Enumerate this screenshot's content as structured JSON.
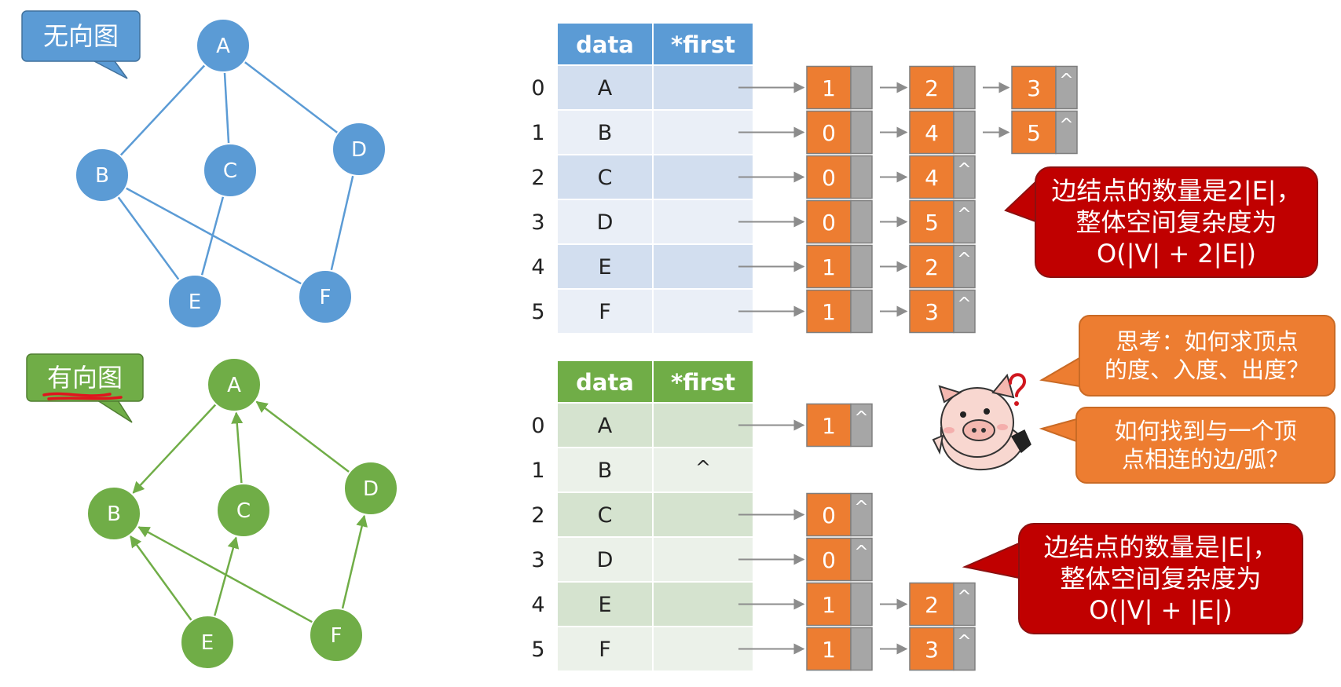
{
  "undirected": {
    "label": "无向图",
    "color": "#5b9bd5",
    "nodes": [
      "A",
      "B",
      "C",
      "D",
      "E",
      "F"
    ],
    "edges": [
      [
        "A",
        "B"
      ],
      [
        "A",
        "C"
      ],
      [
        "A",
        "D"
      ],
      [
        "B",
        "E"
      ],
      [
        "B",
        "F"
      ],
      [
        "C",
        "E"
      ],
      [
        "D",
        "F"
      ]
    ]
  },
  "directed": {
    "label": "有向图",
    "color": "#70ad47",
    "nodes": [
      "A",
      "B",
      "C",
      "D",
      "E",
      "F"
    ],
    "arcs": [
      [
        "A",
        "B"
      ],
      [
        "C",
        "A"
      ],
      [
        "D",
        "A"
      ],
      [
        "E",
        "B"
      ],
      [
        "E",
        "C"
      ],
      [
        "F",
        "B"
      ],
      [
        "F",
        "D"
      ]
    ]
  },
  "table_top": {
    "headers": [
      "data",
      "*first"
    ],
    "header_color": "#5b9bd5",
    "rows": [
      {
        "index": "0",
        "data": "A",
        "first": ""
      },
      {
        "index": "1",
        "data": "B",
        "first": ""
      },
      {
        "index": "2",
        "data": "C",
        "first": ""
      },
      {
        "index": "3",
        "data": "D",
        "first": ""
      },
      {
        "index": "4",
        "data": "E",
        "first": ""
      },
      {
        "index": "5",
        "data": "F",
        "first": ""
      }
    ],
    "lists": [
      [
        "1",
        "2",
        "3"
      ],
      [
        "0",
        "4",
        "5"
      ],
      [
        "0",
        "4"
      ],
      [
        "0",
        "5"
      ],
      [
        "1",
        "2"
      ],
      [
        "1",
        "3"
      ]
    ]
  },
  "table_bottom": {
    "headers": [
      "data",
      "*first"
    ],
    "header_color": "#70ad47",
    "rows": [
      {
        "index": "0",
        "data": "A",
        "first": ""
      },
      {
        "index": "1",
        "data": "B",
        "first": "^"
      },
      {
        "index": "2",
        "data": "C",
        "first": ""
      },
      {
        "index": "3",
        "data": "D",
        "first": ""
      },
      {
        "index": "4",
        "data": "E",
        "first": ""
      },
      {
        "index": "5",
        "data": "F",
        "first": ""
      }
    ],
    "lists": [
      [
        "1"
      ],
      [],
      [
        "0"
      ],
      [
        "0"
      ],
      [
        "1",
        "2"
      ],
      [
        "1",
        "3"
      ]
    ]
  },
  "null_symbol": "^",
  "colors": {
    "edge_node": "#ed7d31",
    "edge_ptr": "#a6a6a6",
    "arrow": "#8c8c8c"
  },
  "callouts": {
    "undirected_note": [
      "边结点的数量是2|E|，",
      "整体空间复杂度为",
      "O(|V| + 2|E|)"
    ],
    "directed_note": [
      "边结点的数量是|E|，",
      "整体空间复杂度为",
      "O(|V| + |E|)"
    ],
    "think1": [
      "思考：如何求顶点",
      "的度、入度、出度？"
    ],
    "think2": [
      "如何找到与一个顶",
      "点相连的边/弧？"
    ]
  }
}
